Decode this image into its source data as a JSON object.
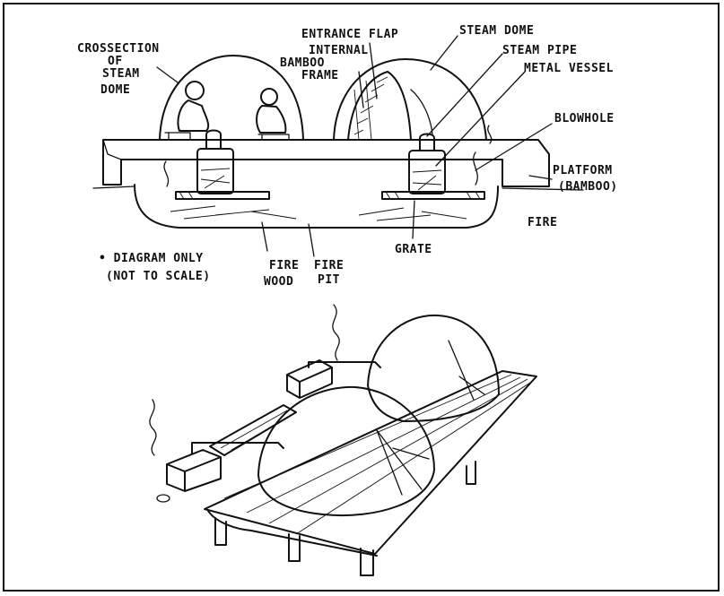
{
  "labels": {
    "cross_section_l1": "CROSSECTION",
    "cross_section_l2": "OF",
    "cross_section_l3": "STEAM",
    "cross_section_l4": "DOME",
    "entrance_flap": "ENTRANCE FLAP",
    "internal_frame_l1": "INTERNAL",
    "internal_frame_l2": "BAMBOO",
    "internal_frame_l3": "FRAME",
    "steam_dome": "STEAM DOME",
    "steam_pipe": "STEAM PIPE",
    "metal_vessel": "METAL VESSEL",
    "blowhole": "BLOWHOLE",
    "platform_l1": "PLATFORM",
    "platform_l2": "(BAMBOO)",
    "fire": "FIRE",
    "grate": "GRATE",
    "diagram_note_l1": "• DIAGRAM ONLY",
    "diagram_note_l2": "(NOT TO SCALE)",
    "fire_wood_l1": "FIRE",
    "fire_wood_l2": "WOOD",
    "fire_pit_l1": "FIRE",
    "fire_pit_l2": "PIT"
  }
}
